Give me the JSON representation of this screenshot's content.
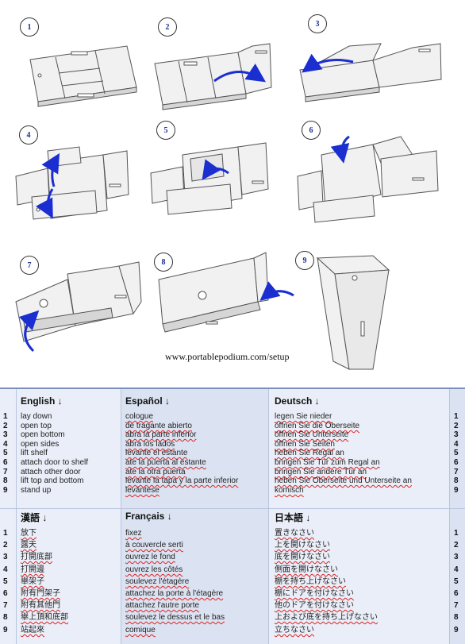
{
  "website": "www.portablepodium.com/setup",
  "step_numbers": [
    "1",
    "2",
    "3",
    "4",
    "5",
    "6",
    "7",
    "8",
    "9"
  ],
  "headers_top": {
    "english": "English ↓",
    "spanish": "Español ↓",
    "german": "Deutsch ↓"
  },
  "headers_bottom": {
    "chinese": "漢語 ↓",
    "french": "Français ↓",
    "japanese": "日本語 ↓"
  },
  "rows_top": [
    {
      "n": "1",
      "en": "lay down",
      "es": "cologue",
      "de": "legen Sie nieder"
    },
    {
      "n": "2",
      "en": "open top",
      "es": "de tragante abierto",
      "de": "öffnen Sie die Oberseite"
    },
    {
      "n": "3",
      "en": "open bottom",
      "es": "abra la parte inferior",
      "de": "öffnen Sie Unterseite"
    },
    {
      "n": "4",
      "en": "open sides",
      "es": "abra los lados",
      "de": "öffnen Sie Seiten"
    },
    {
      "n": "5",
      "en": "lift shelf",
      "es": "levante el estante",
      "de": "heben Sie Regal an"
    },
    {
      "n": "6",
      "en": "attach door to shelf",
      "es": "ate la puerta al estante",
      "de": "bringen Sie Tür zum Regal an"
    },
    {
      "n": "7",
      "en": "attach other door",
      "es": "ate la otra puerta",
      "de": "bringen Sie andere Tür an"
    },
    {
      "n": "8",
      "en": "lift top and bottom",
      "es": "levante la tapa y la parte inferior",
      "de": "heben Sie Oberseite und Unterseite an"
    },
    {
      "n": "9",
      "en": "stand up",
      "es": "levántese",
      "de": "komisch"
    }
  ],
  "rows_bottom": [
    {
      "n": "1",
      "zh": "放下",
      "fr": "fixez",
      "ja": "置きなさい"
    },
    {
      "n": "2",
      "zh": "露天",
      "fr": "à couvercle serti",
      "ja": "上を開けなさい"
    },
    {
      "n": "3",
      "zh": "打開底部",
      "fr": "ouvrez le fond",
      "ja": "底を開けなさい"
    },
    {
      "n": "4",
      "zh": "打開邊",
      "fr": "ouvrez les côtés",
      "ja": "側面を開けなさい"
    },
    {
      "n": "5",
      "zh": "舉架子",
      "fr": "soulevez l'étagère",
      "ja": "棚を持ち上げなさい"
    },
    {
      "n": "6",
      "zh": "附有門架子",
      "fr": "attachez la porte à l'étagère",
      "ja": "棚にドアを付けなさい"
    },
    {
      "n": "7",
      "zh": "附有其他門",
      "fr": "attachez l'autre porte",
      "ja": "他のドアを付けなさい"
    },
    {
      "n": "8",
      "zh": "舉上頂和底部",
      "fr": "soulevez le dessus et le bas",
      "ja": "上および底を持ち上げなさい"
    },
    {
      "n": "9",
      "zh": "站起來",
      "fr": "comique",
      "ja": "立ちなさい"
    }
  ]
}
